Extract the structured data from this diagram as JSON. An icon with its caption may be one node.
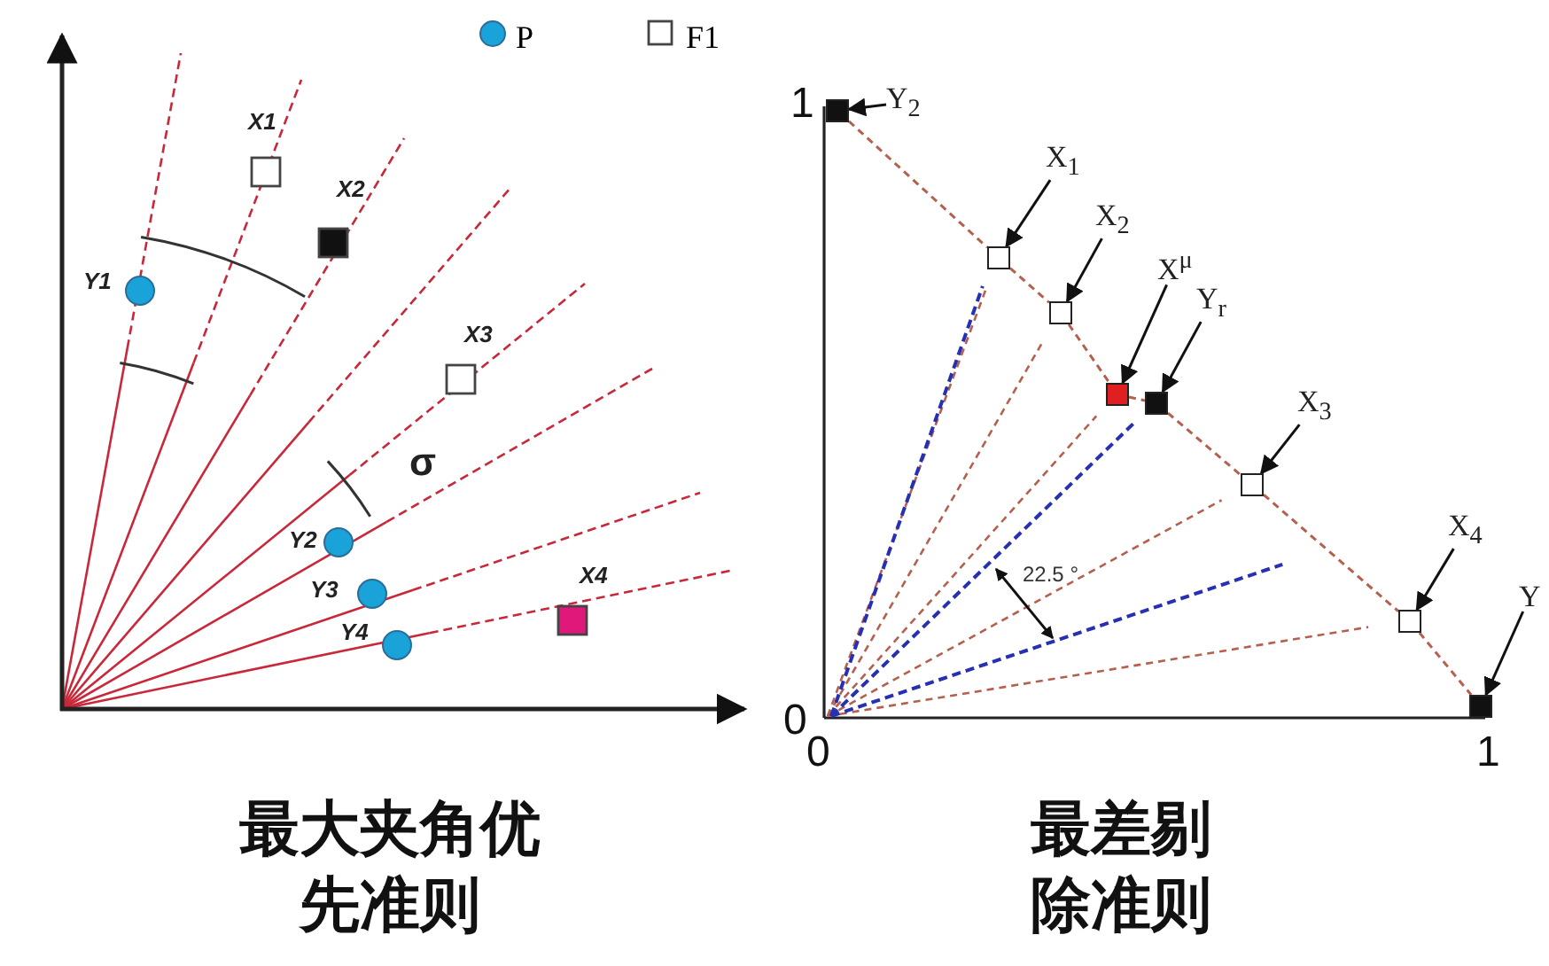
{
  "diagram": {
    "nodes": [
      {
        "text": [
          "Y$_{2}$"
        ]
      },
      {
        "text": [],
        "shape": "box"
      },
      {
        "text": [
          "X$_{1}$"
        ]
      },
      {
        "text": [],
        "shape": "box"
      },
      {
        "text": [
          "X$_{2}$"
        ]
      },
      {
        "text": [],
        "shape": "box"
      },
      {
        "text": [
          "X$^{μ}$"
        ]
      },
      {
        "text": [],
        "shape": "box"
      },
      {
        "text": [
          "Y$_{r}$"
        ]
      },
      {
        "text": [],
        "shape": "box"
      },
      {
        "text": [
          "X$_{3}$"
        ]
      },
      {
        "text": [],
        "shape": "box"
      },
      {
        "text": [
          "X$_{4}$"
        ]
      },
      {
        "text": [],
        "shape": "box"
      },
      {
        "text": [
          "Y"
        ]
      },
      {
        "text": [],
        "shape": "box"
      }
    ],
    "edges": [
      {
        "from": 0,
        "to": 1,
        "arrow": "to"
      },
      {
        "from": 2,
        "to": 3,
        "arrow": "to"
      },
      {
        "from": 4,
        "to": 5,
        "arrow": "to"
      },
      {
        "from": 6,
        "to": 7,
        "arrow": "to"
      },
      {
        "from": 8,
        "to": 9,
        "arrow": "to"
      },
      {
        "from": 10,
        "to": 11,
        "arrow": "to"
      },
      {
        "from": 12,
        "to": 13,
        "arrow": "to"
      },
      {
        "from": 14,
        "to": 15,
        "arrow": "to"
      },
      {
        "from": 1,
        "to": 3,
        "arrow": "none",
        "style": "dashed",
        "color": "#b5604f"
      },
      {
        "from": 3,
        "to": 5,
        "arrow": "none",
        "style": "dashed",
        "color": "#b5604f"
      },
      {
        "from": 5,
        "to": 7,
        "arrow": "none",
        "style": "dashed",
        "color": "#b5604f"
      },
      {
        "from": 7,
        "to": 9,
        "arrow": "none",
        "style": "dashed",
        "color": "#b5604f"
      },
      {
        "from": 9,
        "to": 11,
        "arrow": "none",
        "style": "dashed",
        "color": "#b5604f"
      },
      {
        "from": 11,
        "to": 13,
        "arrow": "none",
        "style": "dashed",
        "color": "#b5604f"
      },
      {
        "from": 13,
        "to": 15,
        "arrow": "none",
        "style": "dashed",
        "color": "#b5604f"
      }
    ],
    "labels": [
      "X1",
      "X2",
      "Y1",
      "X3",
      "σ",
      "Y2",
      "Y3",
      "Y4",
      "X4",
      "1",
      "0",
      "0",
      "1",
      "22.5 °",
      "最大夹角优先准则",
      "最差剔除准则"
    ],
    "legend": [
      {
        "text": "P"
      },
      {
        "text": "F1"
      }
    ]
  }
}
